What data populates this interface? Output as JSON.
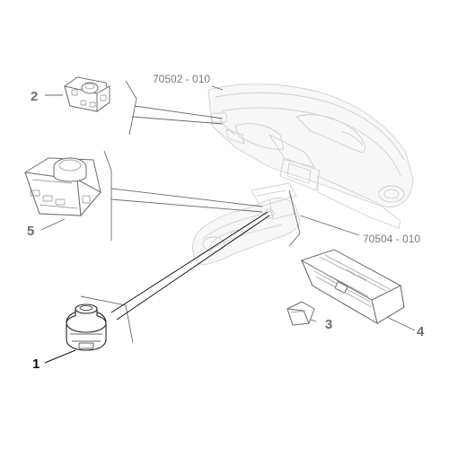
{
  "callouts": {
    "part1": "1",
    "part2": "2",
    "part3": "3",
    "part4": "4",
    "part5": "5"
  },
  "references": {
    "dashboard": "70502 - 010",
    "console": "70504 - 010"
  },
  "colors": {
    "primary_line": "#222222",
    "secondary_line": "#6d6d6d",
    "ghost_line": "#cfcfcf",
    "label_grey": "#7a7a7a"
  }
}
